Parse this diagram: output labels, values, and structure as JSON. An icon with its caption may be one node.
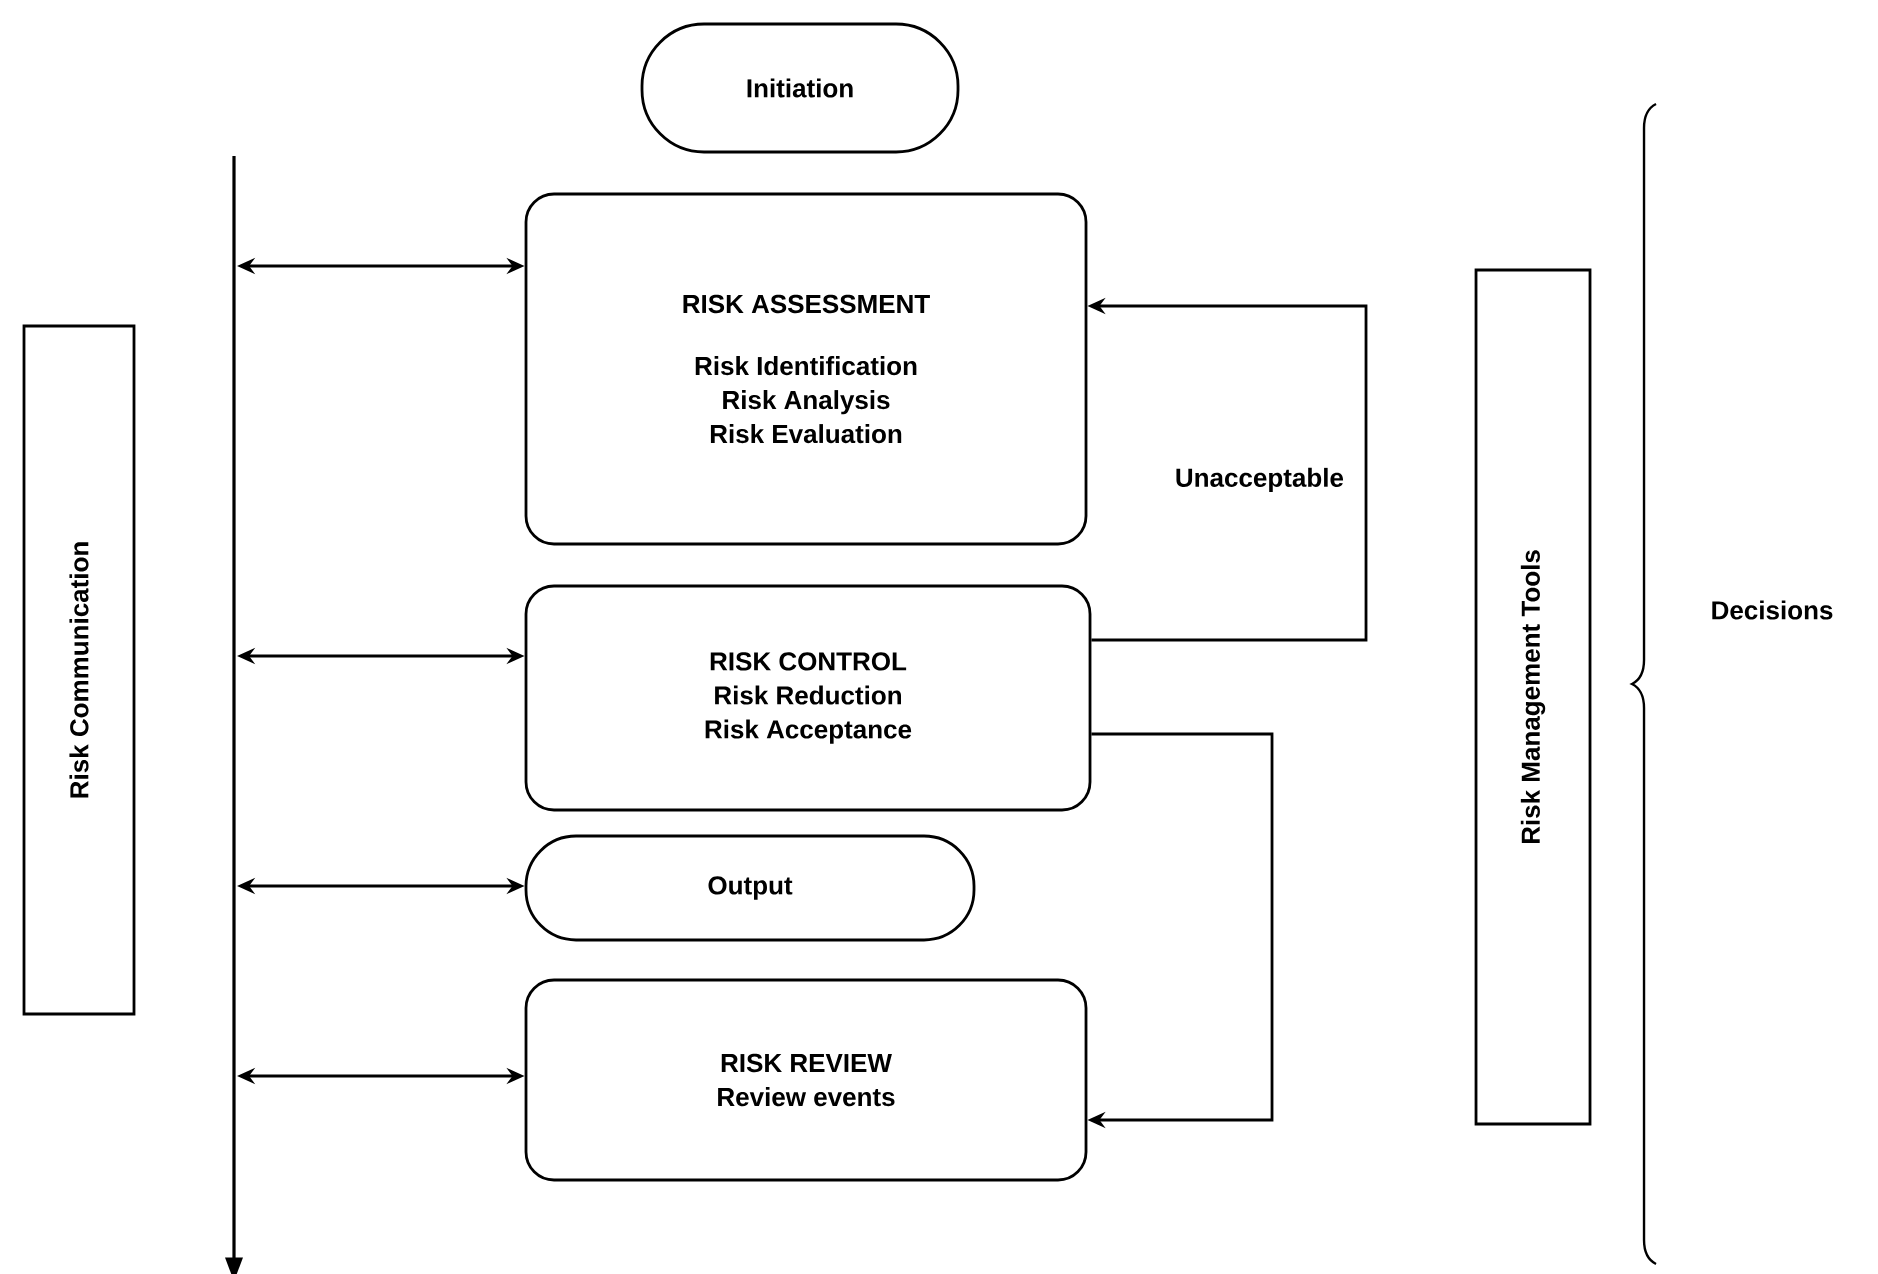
{
  "diagram": {
    "nodes": [
      {
        "text": [
          "Initiation"
        ]
      },
      {
        "text": [
          "RISK ASSESSMENT",
          "Risk Identification",
          "Risk Analysis",
          "Risk Evaluation"
        ]
      },
      {
        "text": [
          "RISK CONTROL",
          "Risk Reduction",
          "Risk Acceptance"
        ]
      },
      {
        "text": [
          "Output"
        ]
      },
      {
        "text": [
          "RISK REVIEW",
          "Review events"
        ]
      },
      {
        "text": [
          "Risk Communication"
        ]
      },
      {
        "text": [
          "Risk Management Tools"
        ]
      },
      {
        "text": [],
        "shape": "bar"
      }
    ],
    "edges": [
      {
        "from": 7,
        "to": 1,
        "arrow": "both"
      },
      {
        "from": 7,
        "to": 2,
        "arrow": "both"
      },
      {
        "from": 7,
        "to": 3,
        "arrow": "both"
      },
      {
        "from": 7,
        "to": 4,
        "arrow": "both"
      },
      {
        "from": 2,
        "to": 1,
        "arrow": "to",
        "label": "Unacceptable"
      },
      {
        "from": 2,
        "to": 4,
        "arrow": "to"
      }
    ],
    "labels": [
      "Decisions"
    ]
  }
}
